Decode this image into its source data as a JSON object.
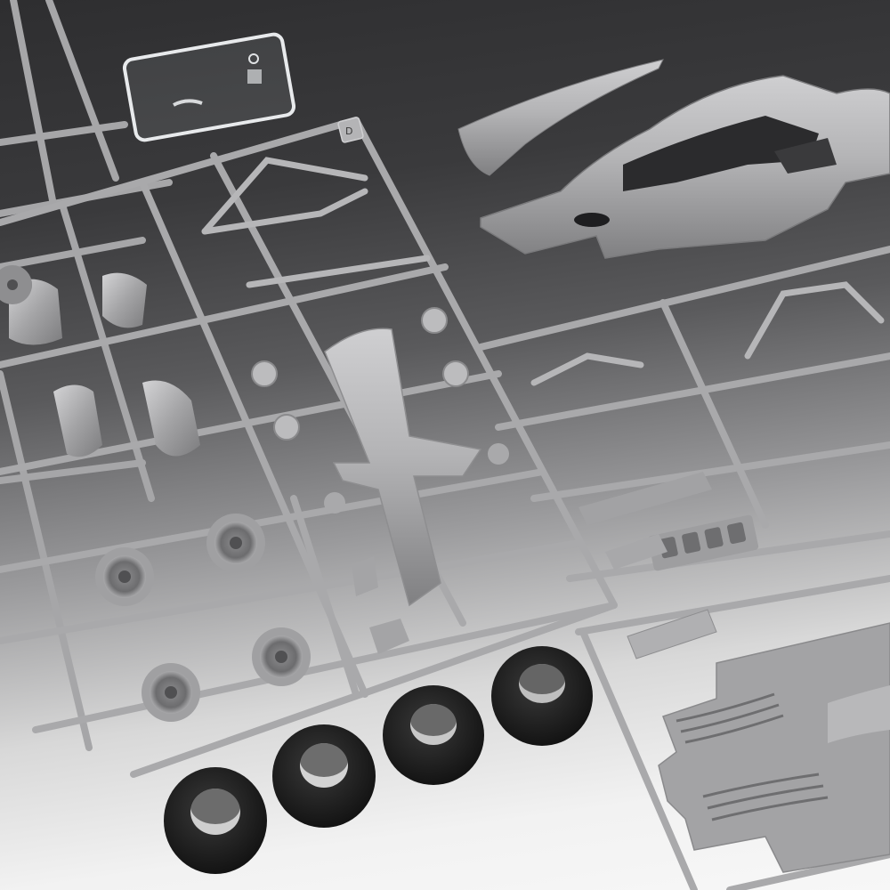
{
  "photo": {
    "subject": "Plastic model kit sprues with Formula 1 car parts",
    "background": {
      "top_color": "#333335",
      "bottom_color": "#f4f4f4"
    },
    "plastic_color": "#a9a9ab",
    "tire_color": "#1e1e1e",
    "clear_part_color": "#e6e8ea"
  },
  "sprues": [
    {
      "id": "sprue-d",
      "tag_label": "D",
      "material": "silver-grey plastic"
    },
    {
      "id": "sprue-right",
      "material": "silver-grey plastic"
    },
    {
      "id": "sprue-left",
      "material": "silver-grey plastic"
    },
    {
      "id": "sprue-clear",
      "material": "clear plastic"
    }
  ],
  "parts": {
    "body_shell": "F1 body / monocoque shell",
    "engine_cover": "engine cover fin",
    "chassis_floor": "chassis floor with front suspension",
    "wheels_on_sprue": 5,
    "loose_tires": 4,
    "brake_discs": 4,
    "floor_diffuser": "floor / diffuser panel"
  }
}
